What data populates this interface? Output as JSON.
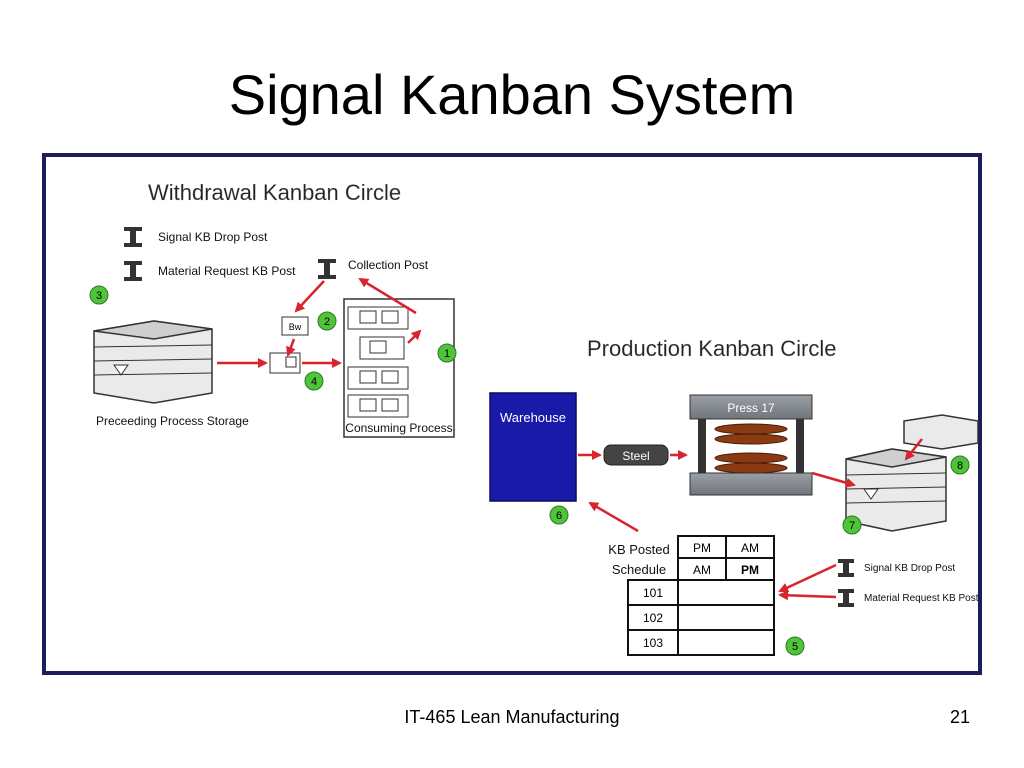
{
  "slide": {
    "title": "Signal Kanban System",
    "footer": "IT-465 Lean Manufacturing",
    "page_number": "21"
  },
  "diagram": {
    "withdrawal_circle_title": "Withdrawal Kanban Circle",
    "production_circle_title": "Production Kanban Circle",
    "legend_signal_post": "Signal KB Drop Post",
    "legend_material_post": "Material Request KB Post",
    "collection_post": "Collection Post",
    "preceding_storage": "Preceeding Process Storage",
    "consuming_process": "Consuming Process",
    "bw_label": "Bw",
    "warehouse": "Warehouse",
    "steel": "Steel",
    "press": "Press 17",
    "kb_posted": "KB Posted",
    "schedule": "Schedule",
    "schedule_table": {
      "headers": [
        "PM",
        "AM"
      ],
      "subheaders": [
        "AM",
        "PM"
      ],
      "rows": [
        "101",
        "102",
        "103"
      ]
    },
    "right_signal_post": "Signal KB Drop Post",
    "right_material_post": "Material Request KB Post",
    "steps": [
      "1",
      "2",
      "3",
      "4",
      "5",
      "6",
      "7",
      "8"
    ],
    "colors": {
      "border": "#1d1d5c",
      "arrow": "#d9232d",
      "step_green": "#4fc43a",
      "warehouse_blue": "#1a1aa8"
    }
  }
}
